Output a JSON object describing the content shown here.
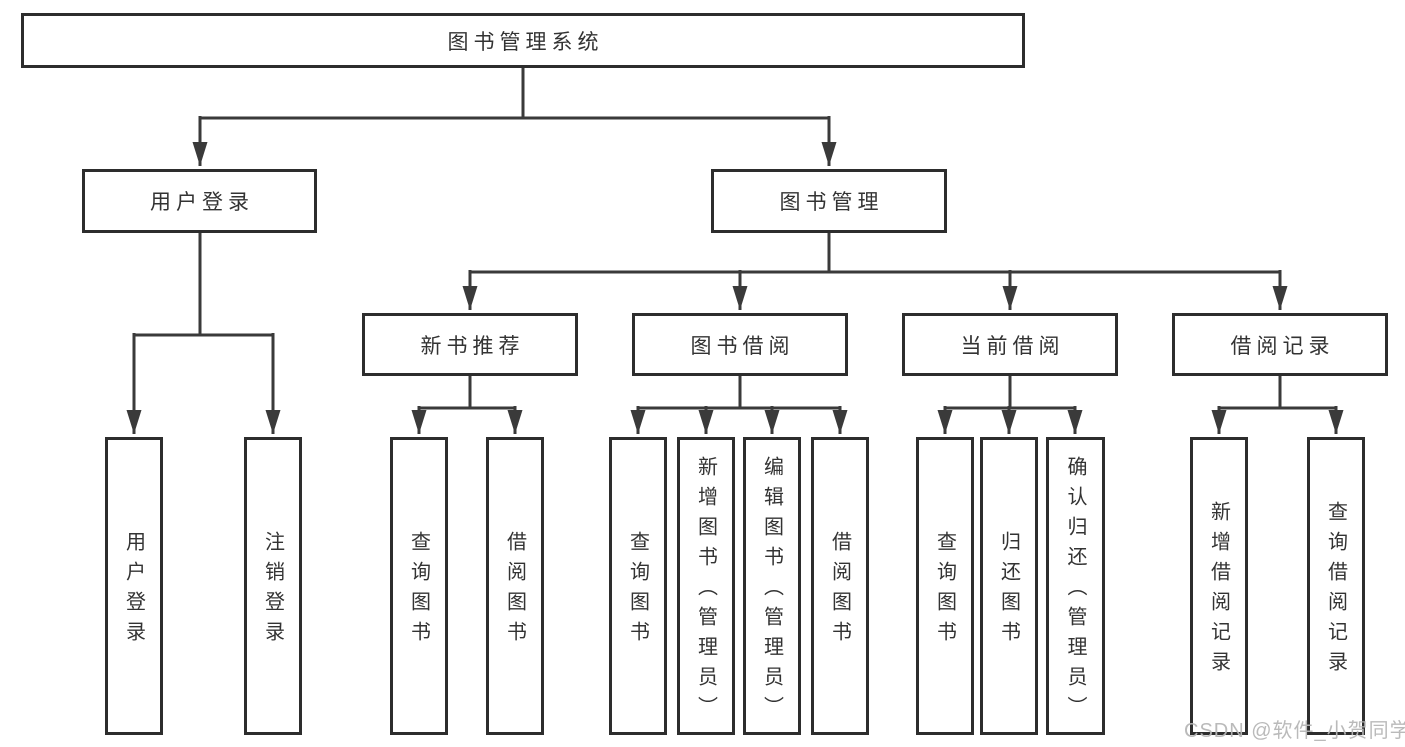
{
  "diagram": {
    "root": "图书管理系统",
    "branches": [
      {
        "label": "用户登录",
        "leaves": [
          "用户登录",
          "注销登录"
        ]
      },
      {
        "label": "图书管理",
        "groups": [
          {
            "label": "新书推荐",
            "leaves": [
              "查询图书",
              "借阅图书"
            ]
          },
          {
            "label": "图书借阅",
            "leaves": [
              "查询图书",
              "新增图书（管理员）",
              "编辑图书（管理员）",
              "借阅图书"
            ]
          },
          {
            "label": "当前借阅",
            "leaves": [
              "查询图书",
              "归还图书",
              "确认归还（管理员）"
            ]
          },
          {
            "label": "借阅记录",
            "leaves": [
              "新增借阅记录",
              "查询借阅记录"
            ]
          }
        ]
      }
    ]
  },
  "watermark": {
    "text": "CSDN @软件_小贺同学"
  },
  "colors": {
    "line": "#3a3a3a",
    "border": "#2d2d2d",
    "text": "#333333",
    "watermark": "#b6b6b6",
    "background": "#ffffff"
  }
}
